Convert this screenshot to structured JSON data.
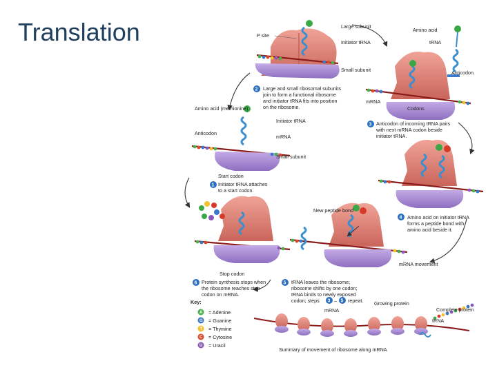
{
  "slide": {
    "title": "Translation"
  },
  "labels": {
    "p_site": "P site",
    "large_subunit": "Large subunit",
    "initiator_trna_top": "Initiator tRNA",
    "small_subunit_top": "Small subunit",
    "amino_acid_top": "Amino acid",
    "trna_top": "tRNA",
    "anticodon_top": "Anticodon",
    "mrna_mid": "mRNA",
    "codons": "Codons",
    "amino_acid_methionine": "Amino acid (methionine)",
    "initiator_trna_left": "Initiator tRNA",
    "anticodon_left": "Anticodon",
    "mrna_left": "mRNA",
    "small_subunit_left": "Small subunit",
    "start_codon": "Start codon",
    "new_peptide_bond": "New peptide bond",
    "mrna_movement": "mRNA movement",
    "stop_codon": "Stop codon",
    "growing_protein": "Growing protein",
    "complete_protein": "Complete protein",
    "mrna_bottom": "mRNA",
    "trna_bottom": "tRNA",
    "summary": "Summary of movement of ribosome along mRNA"
  },
  "steps": [
    {
      "num": "1",
      "lines": [
        "Initiator tRNA attaches",
        "to a start codon."
      ]
    },
    {
      "num": "2",
      "lines": [
        "Large and small ribosomal subunits",
        "join to form a functional ribosome",
        "and initiator tRNA fits into position",
        "on the ribosome."
      ]
    },
    {
      "num": "3",
      "lines": [
        "Anticodon of incoming tRNA pairs",
        "with next mRNA codon beside",
        "initiator tRNA."
      ]
    },
    {
      "num": "4",
      "lines": [
        "Amino acid on initiator tRNA",
        "forms a peptide bond with",
        "amino acid beside it."
      ]
    },
    {
      "num": "5",
      "lines": [
        "tRNA leaves the ribosome;",
        "ribosome shifts by one codon;",
        "tRNA binds to newly exposed",
        "codon; steps",
        "–",
        "repeat."
      ],
      "refs": [
        "3",
        "5"
      ]
    },
    {
      "num": "6",
      "lines": [
        "Protein synthesis stops when",
        "the ribosome reaches stop",
        "codon on mRNA."
      ]
    }
  ],
  "key": {
    "title": "Key:",
    "items": [
      {
        "letter": "A",
        "name": "= Adenine",
        "color": "#4caf50"
      },
      {
        "letter": "G",
        "name": "= Guanine",
        "color": "#3a78c8"
      },
      {
        "letter": "T",
        "name": "= Thymine",
        "color": "#f2c230"
      },
      {
        "letter": "C",
        "name": "= Cytosine",
        "color": "#d84a2a"
      },
      {
        "letter": "U",
        "name": "= Uracil",
        "color": "#8a5ab8"
      }
    ]
  },
  "colors": {
    "title": "#1f3f5f",
    "ribosome_large": "#e0857a",
    "ribosome_small": "#a88ad0",
    "trna": "#3a8fd0",
    "mrna": "#8b1a1a",
    "step_badge": "#2a6fc0",
    "amino_acid_green": "#3aa845",
    "amino_acid_red": "#d83a2a"
  }
}
